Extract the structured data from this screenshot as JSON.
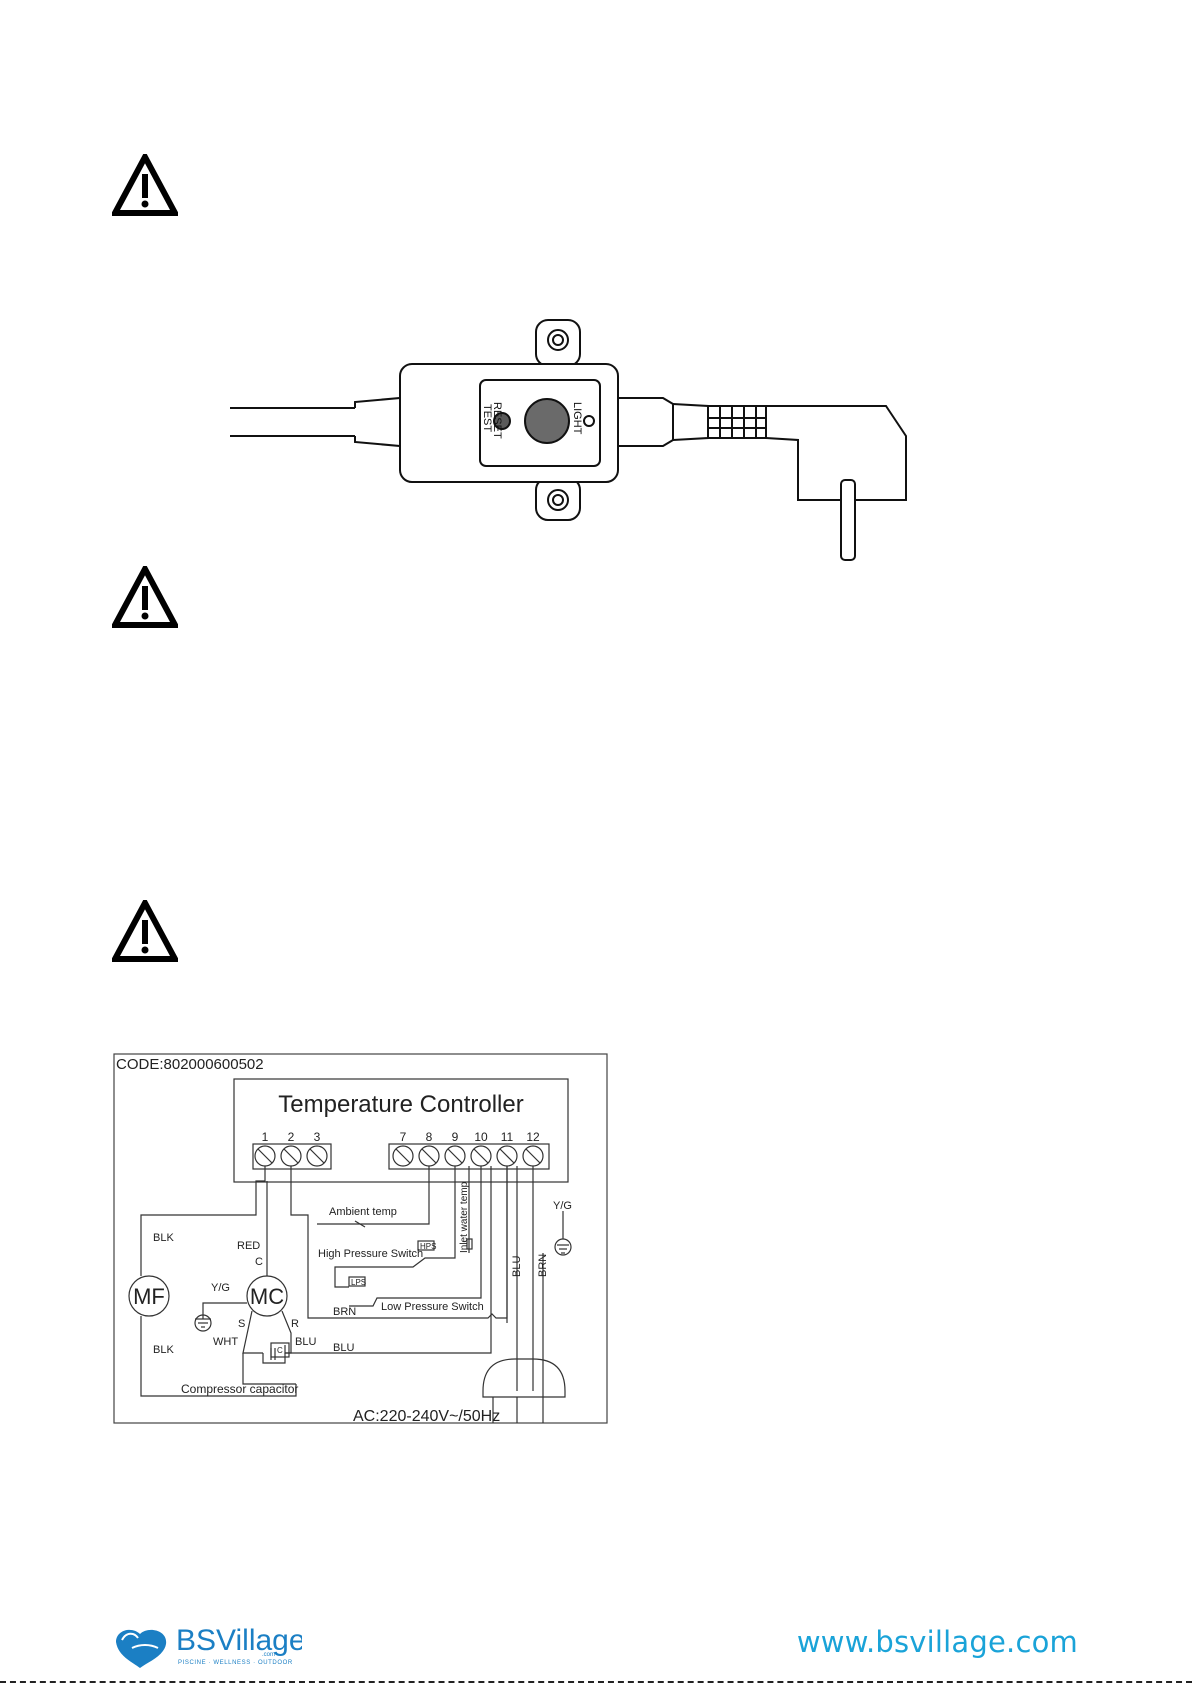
{
  "rcd_plug": {
    "test_label": "TEST",
    "reset_label": "RESET",
    "light_label": "LIGHT"
  },
  "wiring_diagram": {
    "code": "CODE:802000600502",
    "controller_title": "Temperature Controller",
    "terminals_left": [
      "1",
      "2",
      "3"
    ],
    "terminals_right": [
      "7",
      "8",
      "9",
      "10",
      "11",
      "12"
    ],
    "labels": {
      "ambient_temp": "Ambient temp",
      "high_pressure_switch": "High Pressure Switch",
      "hps": "HPS",
      "lps": "LPS",
      "low_pressure_switch": "Low Pressure Switch",
      "inlet_water_temp": "Inlet water temp",
      "mf": "MF",
      "mc": "MC",
      "blk_top": "BLK",
      "blk_bottom": "BLK",
      "red": "RED",
      "c_top": "C",
      "yg_left": "Y/G",
      "s": "S",
      "r": "R",
      "wht": "WHT",
      "blu_mc": "BLU",
      "brn_mid": "BRN",
      "blu_mid": "BLU",
      "c_cap": "C",
      "blu_vertical": "BLU",
      "brn_vertical": "BRN",
      "yg_right": "Y/G",
      "compressor_capacitor": "Compressor capacitor",
      "power": "AC:220-240V~/50Hz"
    }
  },
  "footer": {
    "brand": "BSVillage",
    "brand_sub": "PISCINE · WELLNESS · OUTDOOR",
    "brand_com": ".com",
    "url": "www.bsvillage.com"
  },
  "colors": {
    "url_blue": "#1aa3d8",
    "logo_blue": "#1b7fc4"
  }
}
